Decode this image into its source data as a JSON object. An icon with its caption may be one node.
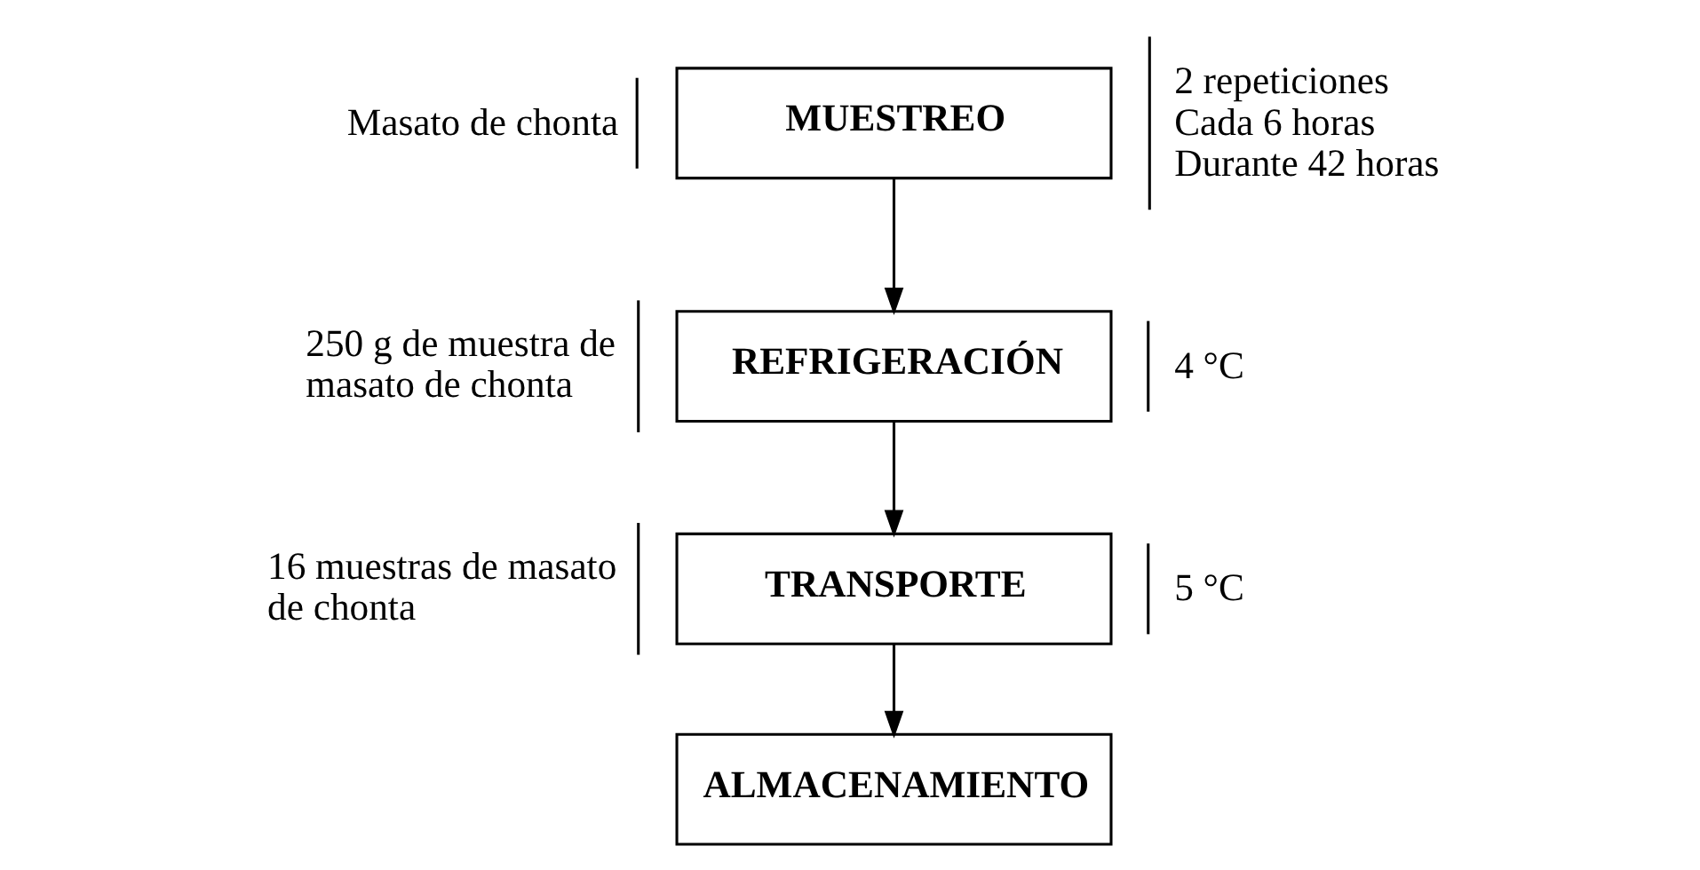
{
  "diagram": {
    "nodes": [
      {
        "text": [
          "MUESTREO"
        ],
        "beside": [
          "Masato de chonta",
          "2 repeticiones Cada 6 horas Durante 42 horas"
        ]
      },
      {
        "text": [
          "REFRIGERACIÓN"
        ],
        "beside": [
          "250 g de muestra de masato de chonta",
          "4 °C"
        ]
      },
      {
        "text": [
          "TRANSPORTE"
        ],
        "beside": [
          "16 muestras de masato de chonta",
          "5 °C"
        ]
      },
      {
        "text": [
          "ALMACENAMIENTO"
        ]
      }
    ],
    "edges": [
      {
        "from": 0,
        "to": 1,
        "arrow": "to"
      },
      {
        "from": 1,
        "to": 2,
        "arrow": "to"
      },
      {
        "from": 2,
        "to": 3,
        "arrow": "to"
      }
    ]
  }
}
